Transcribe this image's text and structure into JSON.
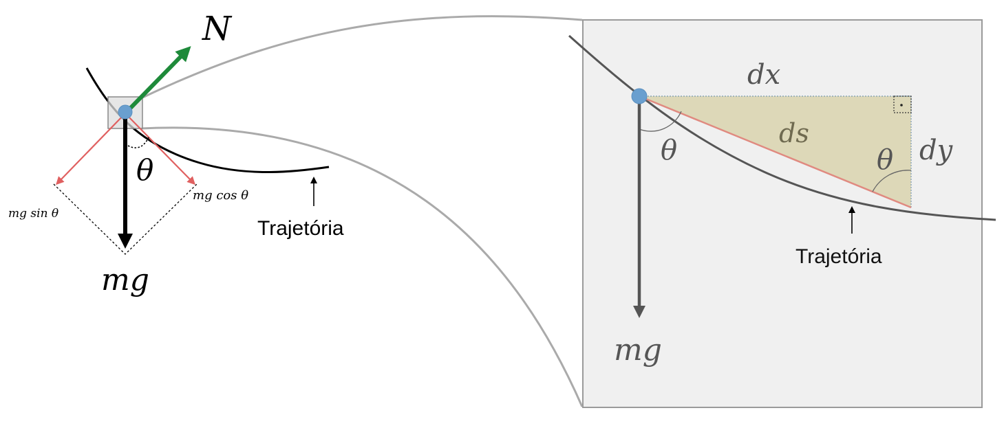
{
  "left_panel": {
    "normal_label": "N",
    "weight_label": "mg",
    "angle_label": "θ",
    "sin_component_label": "mg sin θ",
    "cos_component_label": "mg cos θ",
    "trajectory_label": "Trajetória"
  },
  "zoom_panel": {
    "dx_label": "dx",
    "dy_label": "dy",
    "ds_label": "ds",
    "angle_label_left": "θ",
    "angle_label_right": "θ",
    "weight_label": "mg",
    "trajectory_label": "Trajetória"
  },
  "colors": {
    "normal_arrow": "#1e8a3a",
    "component_arrows": "#e06060",
    "particle": "#6a9fcf",
    "zoom_background": "#f0f0f0",
    "triangle_fill": "#ddd8b8",
    "zoom_text": "#555555",
    "connector": "#aaaaaa"
  }
}
